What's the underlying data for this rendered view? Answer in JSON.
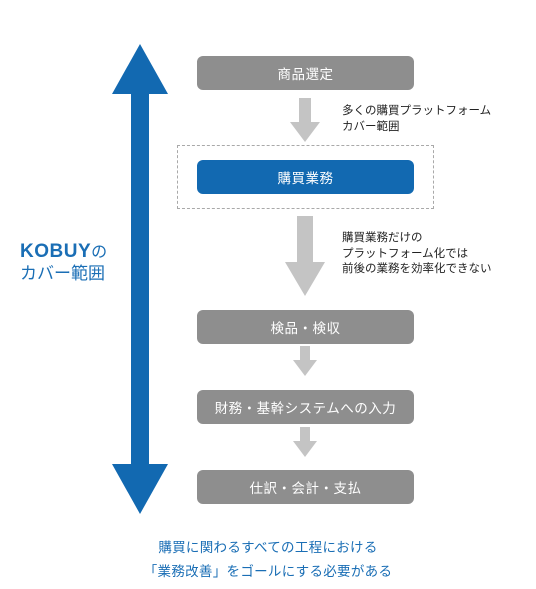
{
  "colors": {
    "accent_blue": "#1269b1",
    "step_gray": "#8e8e8e",
    "connector_gray": "#c4c4c4",
    "frame_dash": "#a9a9a9"
  },
  "cover_label": {
    "brand": "KOBUY",
    "suffix": "の",
    "line2": "カバー範囲"
  },
  "steps": [
    {
      "label": "商品選定"
    },
    {
      "label": "購買業務"
    },
    {
      "label": "検品・検収"
    },
    {
      "label": "財務・基幹システムへの入力"
    },
    {
      "label": "仕訳・会計・支払"
    }
  ],
  "notes": {
    "note1": {
      "line1": "多くの購買プラットフォーム",
      "line2": "カバー範囲"
    },
    "note2": {
      "line1": "購買業務だけの",
      "line2": "プラットフォーム化では",
      "line3": "前後の業務を効率化できない"
    }
  },
  "footer": {
    "line1": "購買に関わるすべての工程における",
    "line2": "「業務改善」をゴールにする必要がある"
  },
  "icons": {
    "cover_arrow": "double-headed-vertical-arrow",
    "connector": "down-arrow"
  }
}
